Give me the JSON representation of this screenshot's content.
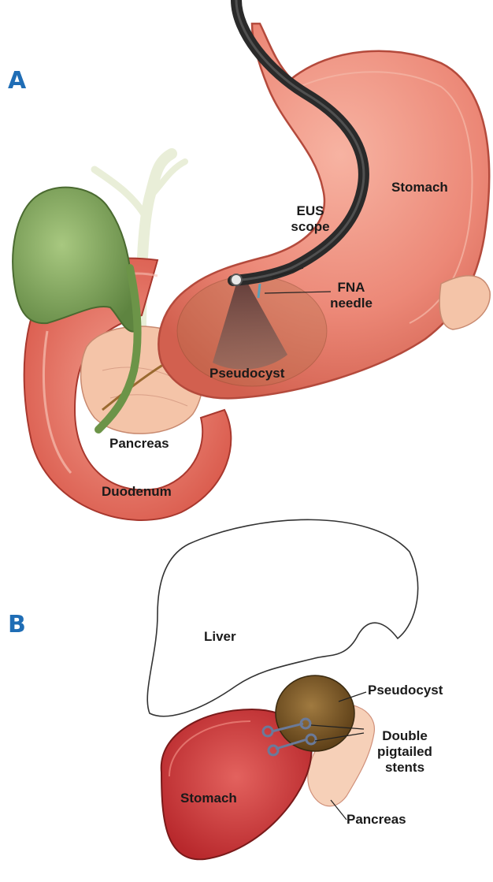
{
  "panel_a": {
    "letter": "A",
    "labels": {
      "stomach": "Stomach",
      "eus_line1": "EUS",
      "eus_line2": "scope",
      "fna_line1": "FNA",
      "fna_line2": "needle",
      "pseudocyst": "Pseudocyst",
      "pancreas": "Pancreas",
      "duodenum": "Duodenum"
    }
  },
  "panel_b": {
    "letter": "B",
    "labels": {
      "liver": "Liver",
      "pseudocyst": "Pseudocyst",
      "stents_line1": "Double",
      "stents_line2": "pigtailed",
      "stents_line3": "stents",
      "stomach": "Stomach",
      "pancreas": "Pancreas"
    }
  },
  "colors": {
    "letter_blue": "#1f6db5",
    "stomach_pink": "#ec8a7a",
    "stomach_dark": "#c23a3a",
    "gallbladder_green": "#7aa05a",
    "scope_black": "#2a2a2a",
    "pseudocyst_brown": "#7a5a2a",
    "pancreas_peach": "#f6c9b0"
  }
}
